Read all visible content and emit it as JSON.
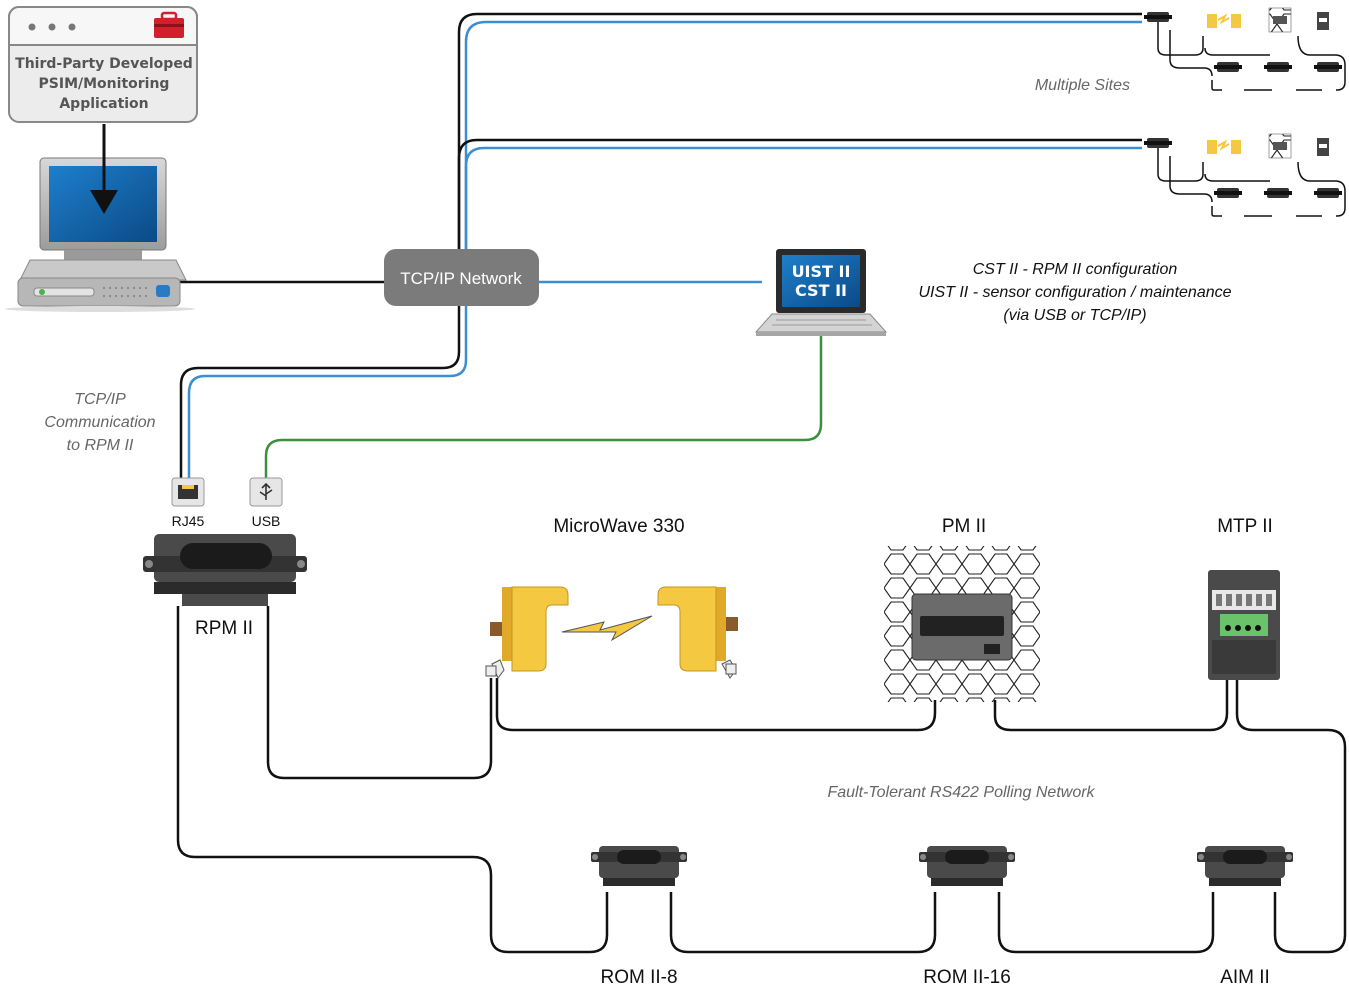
{
  "app": {
    "title": "Third-Party Developed PSIM/Monitoring Application",
    "lines": [
      "Third-Party Developed",
      "PSIM/Monitoring",
      "Application"
    ]
  },
  "network": {
    "label": "TCP/IP Network"
  },
  "laptop": {
    "screen_lines": [
      "UIST II",
      "CST II"
    ]
  },
  "config_note": {
    "lines": [
      "CST II - RPM II configuration",
      "UIST II  - sensor configuration / maintenance",
      "(via USB or TCP/IP)"
    ]
  },
  "tcp_note": {
    "lines": [
      "TCP/IP",
      "Communication",
      "to RPM II"
    ]
  },
  "ports": {
    "rj45": "RJ45",
    "usb": "USB"
  },
  "devices": {
    "rpm": "RPM II",
    "microwave": "MicroWave 330",
    "pm": "PM II",
    "mtp": "MTP II",
    "rom8": "ROM II-8",
    "rom16": "ROM II-16",
    "aim": "AIM II"
  },
  "notes": {
    "multiple_sites": "Multiple Sites",
    "polling": "Fault-Tolerant RS422 Polling Network"
  },
  "colors": {
    "tcp_line": "#3b8fd0",
    "usb_line": "#3c8f3c",
    "bus_line": "#111111",
    "network_cloud": "#7b7b7b",
    "microwave": "#f5c842",
    "screen": "#1565a8"
  }
}
